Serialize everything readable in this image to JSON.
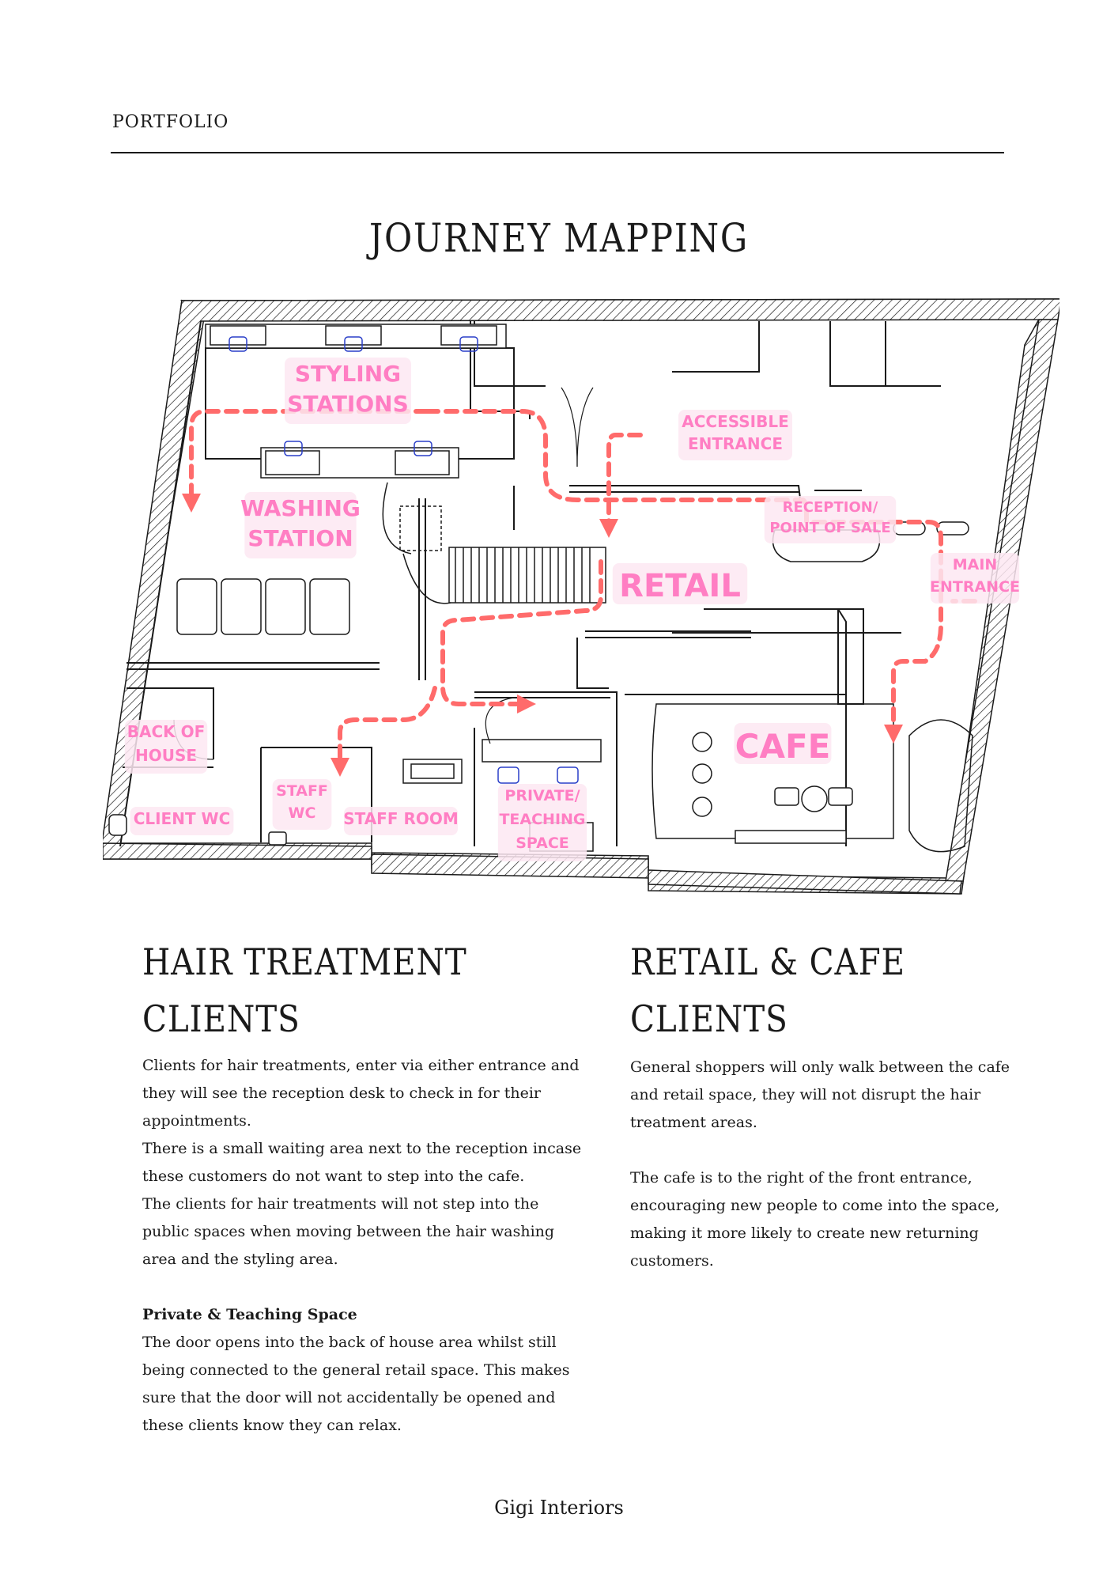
{
  "header": {
    "label": "PORTFOLIO"
  },
  "title": "JOURNEY MAPPING",
  "plan": {
    "zones": [
      {
        "key": "styling",
        "lines": [
          "STYLING",
          "STATIONS"
        ]
      },
      {
        "key": "washing",
        "lines": [
          "WASHING",
          "STATION"
        ]
      },
      {
        "key": "accessible",
        "lines": [
          "ACCESSIBLE",
          "ENTRANCE"
        ]
      },
      {
        "key": "reception",
        "lines": [
          "RECEPTION/",
          "POINT OF SALE"
        ]
      },
      {
        "key": "retail",
        "lines": [
          "RETAIL"
        ]
      },
      {
        "key": "main",
        "lines": [
          "MAIN",
          "ENTRANCE"
        ]
      },
      {
        "key": "cafe",
        "lines": [
          "CAFE"
        ]
      },
      {
        "key": "boh",
        "lines": [
          "BACK OF",
          "HOUSE"
        ]
      },
      {
        "key": "staffwc",
        "lines": [
          "STAFF",
          "WC"
        ]
      },
      {
        "key": "staffroom",
        "lines": [
          "STAFF ROOM"
        ]
      },
      {
        "key": "private",
        "lines": [
          "PRIVATE/",
          "TEACHING",
          "SPACE"
        ]
      },
      {
        "key": "clientwc",
        "lines": [
          "CLIENT WC"
        ]
      }
    ],
    "colors": {
      "path": "#ff6b6b",
      "label": "#ff7ec3",
      "label_bg": "#fde8f2",
      "wall": "#1a1a1a"
    }
  },
  "left": {
    "heading": [
      "HAIR TREATMENT",
      "CLIENTS"
    ],
    "paragraphs": [
      "Clients for hair treatments, enter via either entrance and they will see the reception desk to check in for their appointments.",
      "There is a small waiting area next to the reception incase these customers do not want to step into the cafe.",
      "The clients for hair treatments will not step into the public spaces when moving between the hair washing area and the styling area."
    ],
    "subheading": "Private & Teaching Space",
    "sub_paragraph": "The door opens into the back of house area whilst still being connected to the general retail space. This makes sure that the door will not accidentally be opened and these clients know they can relax."
  },
  "right": {
    "heading": [
      "RETAIL & CAFE",
      "CLIENTS"
    ],
    "paragraphs": [
      "General shoppers will only walk between the cafe and retail space, they will not disrupt the hair treatment areas.",
      "The cafe is to the right of the front entrance, encouraging new people to come into the space, making it more likely to create new returning customers."
    ]
  },
  "footer": "Gigi Interiors"
}
